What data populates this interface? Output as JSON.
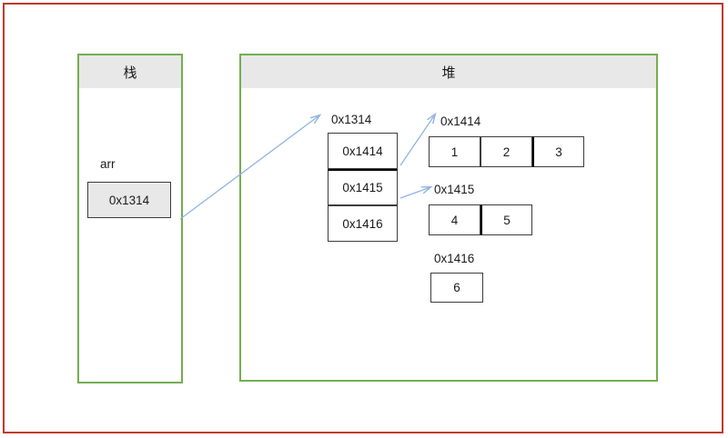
{
  "diagram": {
    "title_stack": "栈",
    "title_heap": "堆",
    "border_color_outer": "#c0392b",
    "border_color_panel": "#74ad52",
    "arrow_color": "#8eb4e3",
    "header_fill": "#e8e8e8",
    "cell_border": "#3c3c3c"
  },
  "stack": {
    "header": "栈",
    "variable_label": "arr",
    "variable_value": "0x1314"
  },
  "heap": {
    "header": "堆",
    "pointer_array": {
      "label": "0x1314",
      "cells": [
        "0x1414",
        "0x1415",
        "0x1416"
      ]
    },
    "rows": [
      {
        "label": "0x1414",
        "values": [
          "1",
          "2",
          "3"
        ]
      },
      {
        "label": "0x1415",
        "values": [
          "4",
          "5"
        ]
      },
      {
        "label": "0x1416",
        "values": [
          "6"
        ]
      }
    ]
  }
}
